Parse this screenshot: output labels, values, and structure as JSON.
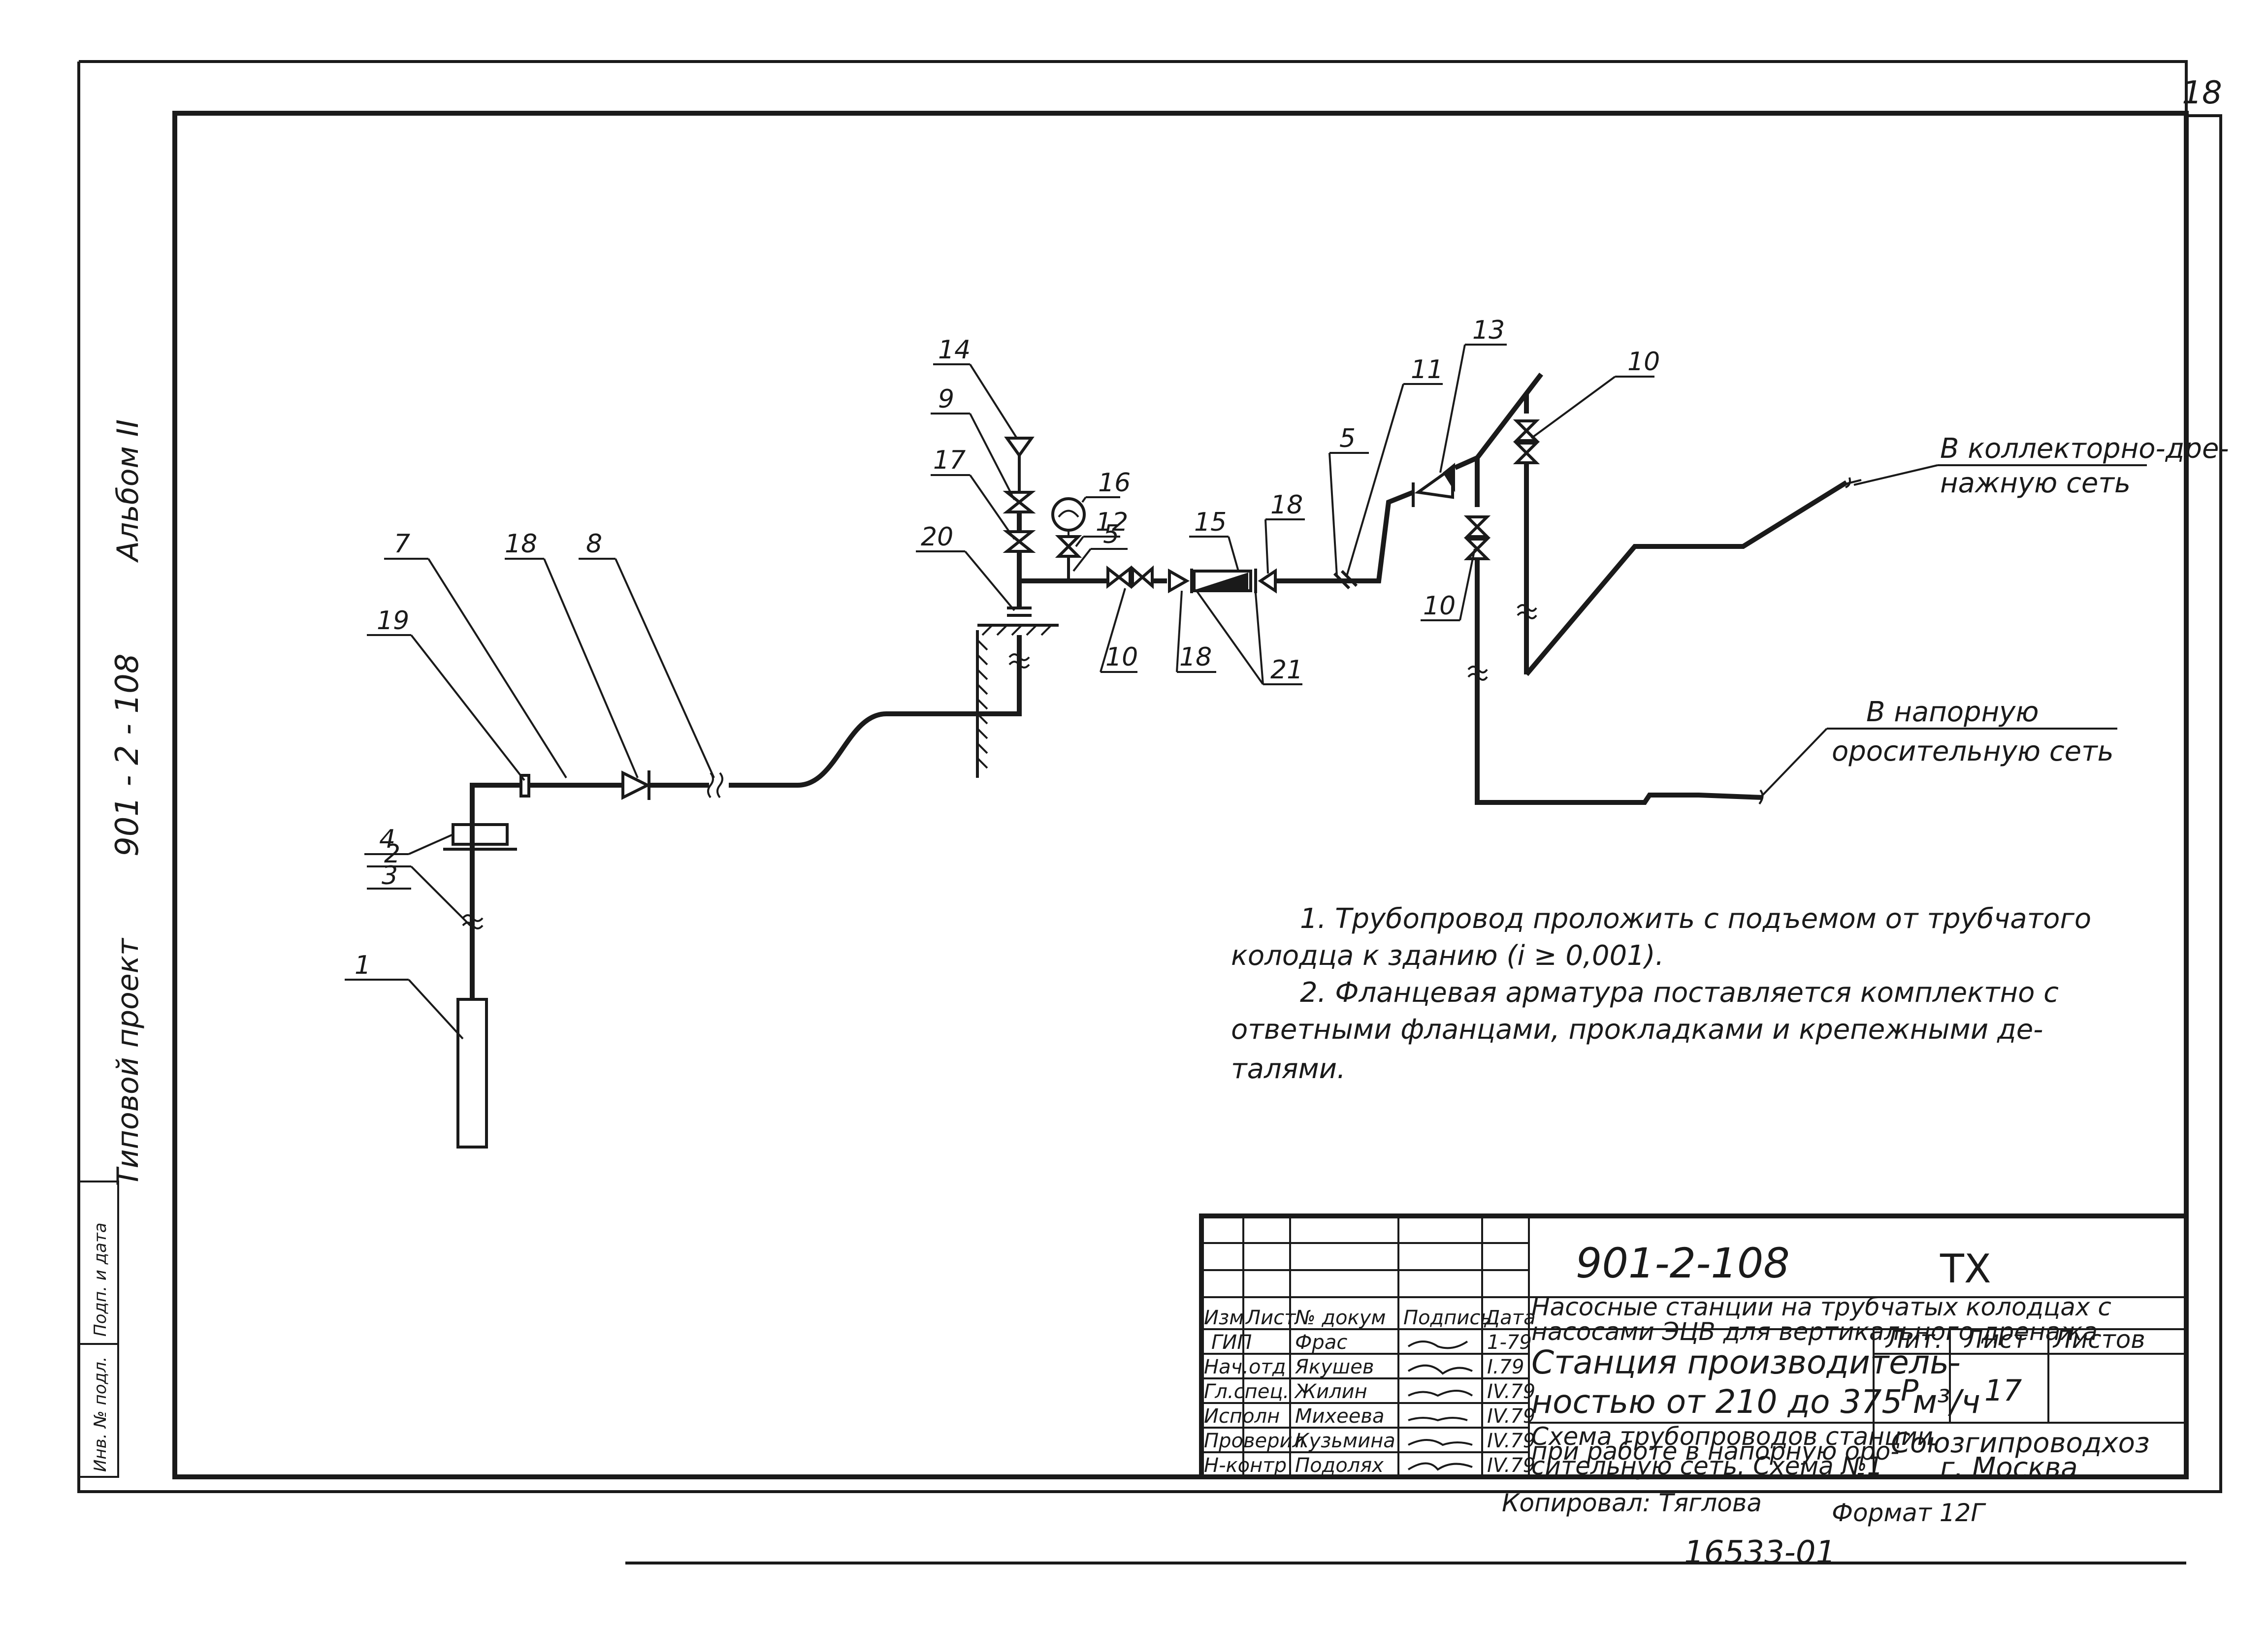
{
  "sheet_number": "18",
  "side_strip": {
    "project": "Типовой проект",
    "code": "901 - 2 - 108",
    "album": "Альбом II"
  },
  "side_stamp": [
    "Инв. № подл.",
    "Подп. и дата"
  ],
  "labels": {
    "l1": "1",
    "l2": "2",
    "l3": "3",
    "l4": "4",
    "l5a": "5",
    "l5b": "5",
    "l7": "7",
    "l8": "8",
    "l9": "9",
    "l10a": "10",
    "l10b": "10",
    "l10c": "10",
    "l11": "11",
    "l12": "12",
    "l13": "13",
    "l14": "14",
    "l15": "15",
    "l16": "16",
    "l17": "17",
    "l18a": "18",
    "l18b": "18",
    "l18c": "18",
    "l19": "19",
    "l20": "20",
    "l21": "21"
  },
  "destinations": {
    "collector_1": "В коллекторно-дре-",
    "collector_2": "нажную сеть",
    "pressure_1": "В напорную",
    "pressure_2": "оросительную сеть"
  },
  "notes": [
    "1. Трубопровод проложить с подъемом от трубчатого",
    "колодца к зданию (i ≥ 0,001).",
    "2. Фланцевая арматура поставляется комплектно с",
    "ответными фланцами, прокладками и крепежными де-",
    "талями."
  ],
  "title_block": {
    "doc_code": "901-2-108",
    "mark": "ТХ",
    "project_title_1": "Насосные станции на трубчатых колодцах с",
    "project_title_2": "насосами ЭЦВ для вертикального дренажа",
    "station_1": "Станция производитель-",
    "station_2": "ностью от 210 до 375 м³/ч",
    "sheet_title_1": "Схема трубопроводов станции",
    "sheet_title_2": "при работе в напорную оро-",
    "sheet_title_3": "сительную сеть. Схема №1",
    "hdr_lit": "Лит.",
    "hdr_list": "Лист",
    "hdr_listov": "Листов",
    "val_lit": "Р",
    "val_list": "17",
    "org_1": "Союзгипроводхоз",
    "org_2": "г. Москва",
    "col_headers": [
      "Изм",
      "Лист",
      "№ докум",
      "Подпись",
      "Дата"
    ],
    "people": [
      {
        "role": "ГИП",
        "name": "Фрас",
        "date": "1-79"
      },
      {
        "role": "Нач.отд",
        "name": "Якушев",
        "date": "I.79"
      },
      {
        "role": "Гл.спец.",
        "name": "Жилин",
        "date": "IV.79"
      },
      {
        "role": "Исполн",
        "name": "Михеева",
        "date": "IV.79"
      },
      {
        "role": "Проверил",
        "name": "Кузьмина",
        "date": "IV.79"
      },
      {
        "role": "Н-контр",
        "name": "Подолях",
        "date": "IV.79"
      }
    ]
  },
  "footer": {
    "copied": "Копировал: Тяглова",
    "format": "Формат 12Г",
    "archive": "16533-01"
  }
}
